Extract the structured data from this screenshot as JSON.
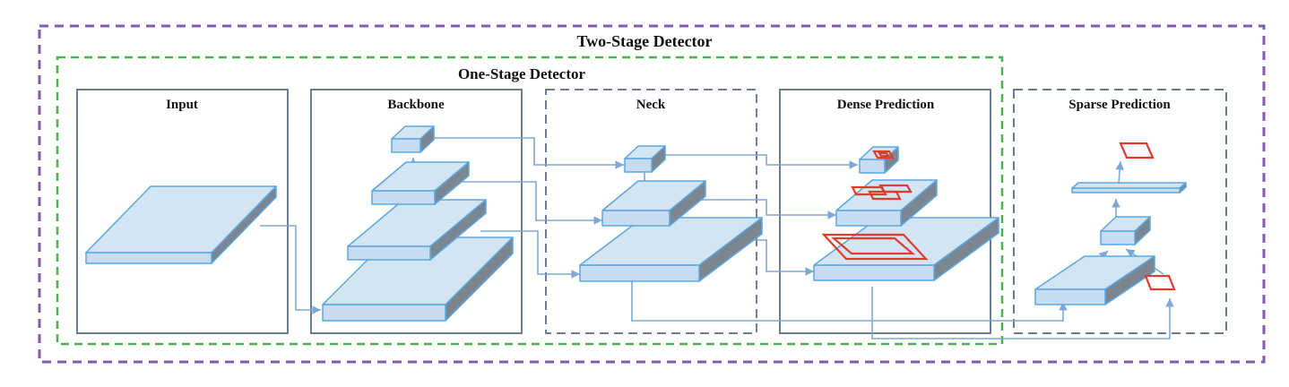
{
  "diagram": {
    "outer_title": "Two-Stage Detector",
    "inner_title": "One-Stage Detector",
    "panels": {
      "input": "Input",
      "backbone": "Backbone",
      "neck": "Neck",
      "dense": "Dense Prediction",
      "sparse": "Sparse Prediction"
    }
  },
  "colors": {
    "outer_border": "#7e5bb5",
    "inner_border": "#4caf50",
    "panel_border": "#6b7d94",
    "block_top": "#d3e4f3",
    "block_front": "#c7dcf0",
    "block_side": "#7c8691",
    "block_stroke": "#5aa7e0",
    "arrow": "#7ea8d6",
    "box": "#e03b2c"
  }
}
